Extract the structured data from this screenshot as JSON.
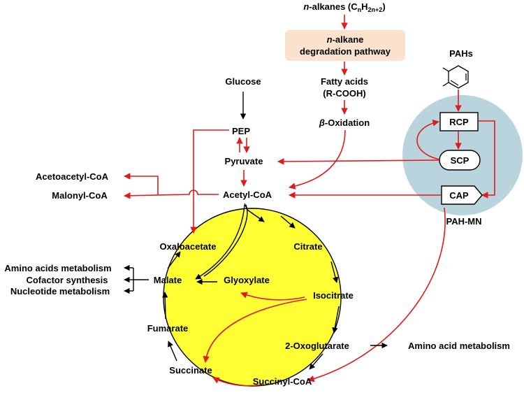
{
  "colors": {
    "cycle_fill": "#ffff33",
    "cycle_stroke": "#000000",
    "pahmn_fill": "#b9d4dc",
    "pathway_box_fill": "#fbe2cf",
    "arrow_red": "#e01b1b",
    "arrow_black": "#000000"
  },
  "top": {
    "alkanes_italic": "n",
    "alkanes_rest": "-alkanes (C",
    "alkanes_sub1": "n",
    "alkanes_mid": "H",
    "alkanes_sub2": "2n+2",
    "alkanes_end": ")",
    "pathway_line1_italic": "n",
    "pathway_line1_rest": "-alkane",
    "pathway_line2": "degradation pathway",
    "fatty_acids": "Fatty acids",
    "rcooh": "(R-COOH)",
    "beta_italic": "β",
    "beta_rest": "-Oxidation"
  },
  "metabolites": {
    "glucose": "Glucose",
    "pep": "PEP",
    "pyruvate": "Pyruvate",
    "acetyl_coa": "Acetyl-CoA",
    "acetoacetyl_coa": "Acetoacetyl-CoA",
    "malonyl_coa": "Malonyl-CoA"
  },
  "cycle": {
    "oxaloacetate": "Oxaloacetate",
    "citrate": "Citrate",
    "malate": "Malate",
    "glyoxylate": "Glyoxylate",
    "isocitrate": "Isocitrate",
    "fumarate": "Fumarate",
    "oxoglutarate": "2-Oxoglutarate",
    "succinate": "Succinate",
    "succinyl_coa": "Succinyl-CoA"
  },
  "outputs": {
    "amino_acids_metabolism": "Amino acids metabolism",
    "cofactor_synthesis": "Cofactor synthesis",
    "nucleotide_metabolism": "Nucleotide metabolism",
    "amino_acid_metabolism": "Amino acid metabolism"
  },
  "pah": {
    "pahs": "PAHs",
    "rcp": "RCP",
    "scp": "SCP",
    "cap": "CAP",
    "module": "PAH-MN"
  }
}
